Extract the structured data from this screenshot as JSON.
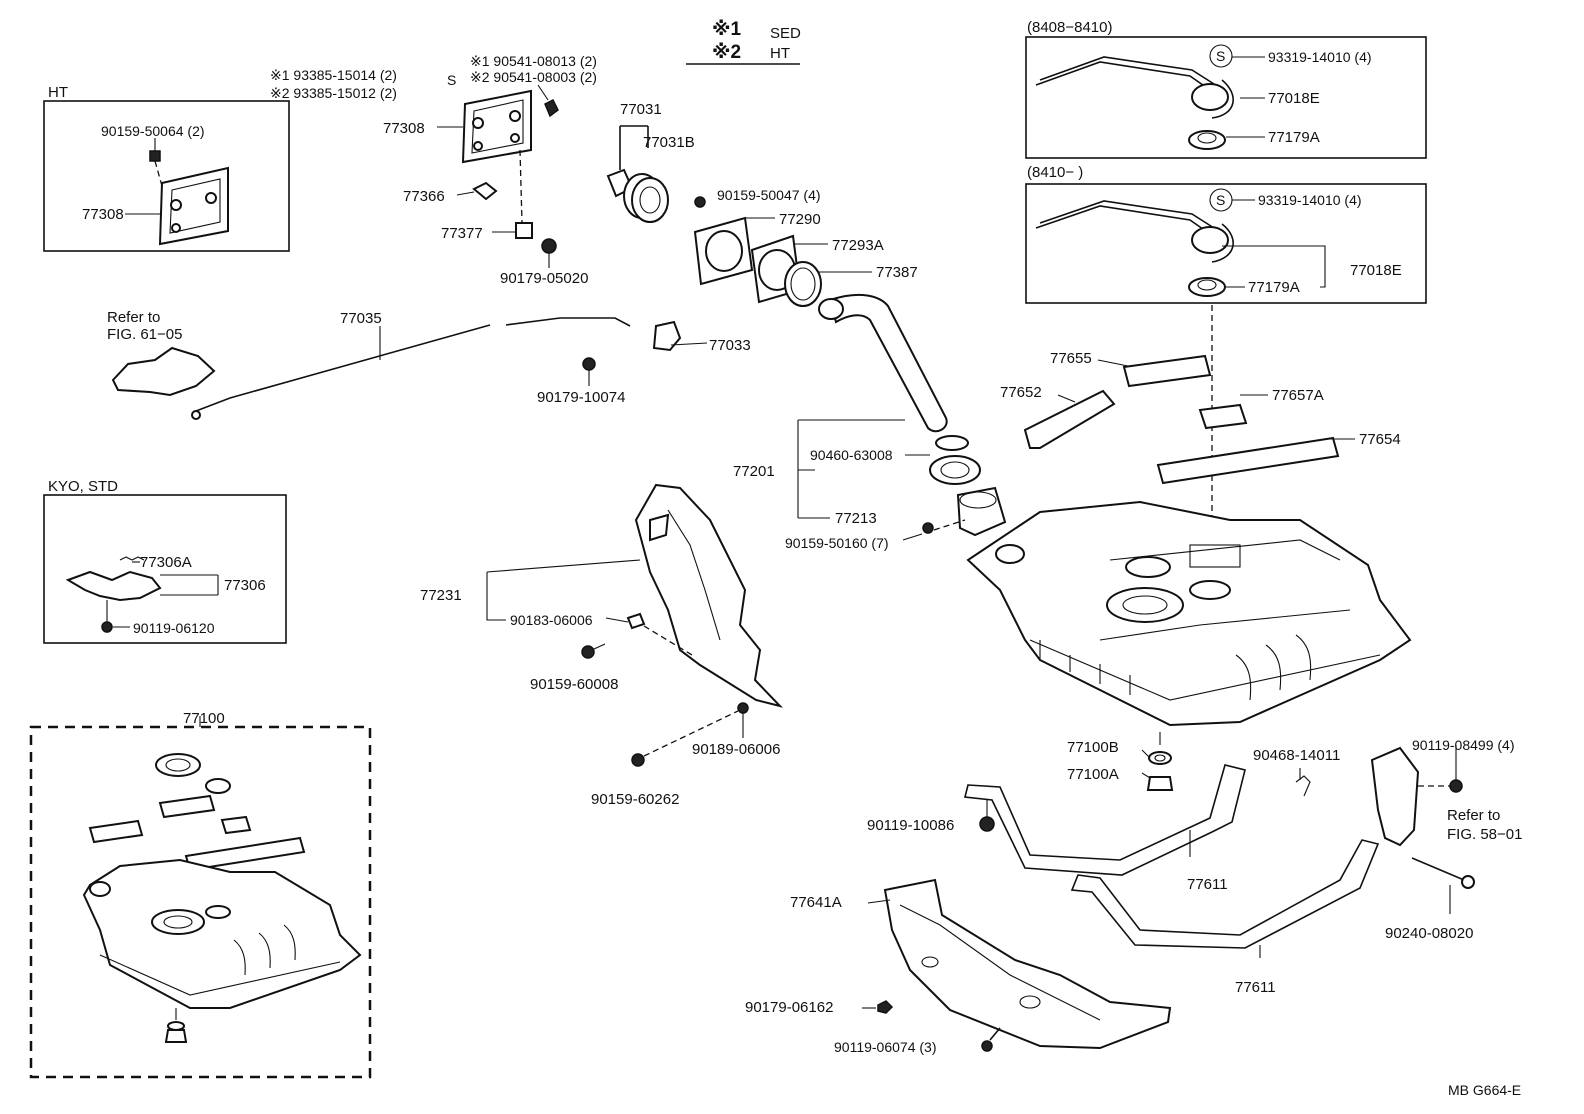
{
  "legend": {
    "note1_mark": "※1",
    "note1_text": "SED",
    "note2_mark": "※2",
    "note2_text": "HT"
  },
  "insets": {
    "ht_title": "HT",
    "kyo_title": "KYO, STD",
    "range1_title": "(8408−8410)",
    "range2_title": "(8410−       )",
    "kit_title": "77100",
    "s_symbol": "S"
  },
  "refs": {
    "ref1_line1": "Refer to",
    "ref1_line2": "FIG. 61−05",
    "ref2_line1": "Refer to",
    "ref2_line2": "FIG. 58−01"
  },
  "parts": {
    "p90159_50064": "90159-50064 (2)",
    "p77308_ht": "77308",
    "p93385_15014": "※1 93385-15014 (2)",
    "p93385_15012": "※2 93385-15012 (2)",
    "p90541_08013": "※1 90541-08013 (2)",
    "p90541_08003": "※2 90541-08003 (2)",
    "p77308": "77308",
    "p77366": "77366",
    "p77377": "77377",
    "p90179_05020": "90179-05020",
    "p77031": "77031",
    "p77031B": "77031B",
    "p90159_50047": "90159-50047 (4)",
    "p77290": "77290",
    "p77293A": "77293A",
    "p77387": "77387",
    "p77035": "77035",
    "p77033": "77033",
    "p90179_10074": "90179-10074",
    "p93319_14010_a": "93319-14010 (4)",
    "p77018E_a": "77018E",
    "p77179A_a": "77179A",
    "p93319_14010_b": "93319-14010 (4)",
    "p77018E_b": "77018E",
    "p77179A_b": "77179A",
    "p77655": "77655",
    "p77652": "77652",
    "p77657A": "77657A",
    "p77654": "77654",
    "p90460_63008": "90460-63008",
    "p77201": "77201",
    "p77213": "77213",
    "p90159_50160": "90159-50160 (7)",
    "p77306A": "77306A",
    "p77306": "77306",
    "p90119_06120": "90119-06120",
    "p77231": "77231",
    "p90183_06006": "90183-06006",
    "p90159_60008": "90159-60008",
    "p90189_06006": "90189-06006",
    "p90159_60262": "90159-60262",
    "p77100B": "77100B",
    "p77100A": "77100A",
    "p90468_14011": "90468-14011",
    "p90119_08499": "90119-08499 (4)",
    "p90119_10086": "90119-10086",
    "p77611_a": "77611",
    "p77611_b": "77611",
    "p90240_08020": "90240-08020",
    "p77641A": "77641A",
    "p90179_06162": "90179-06162",
    "p90119_06074": "90119-06074 (3)"
  },
  "footer": {
    "code": "MB G664-E"
  }
}
